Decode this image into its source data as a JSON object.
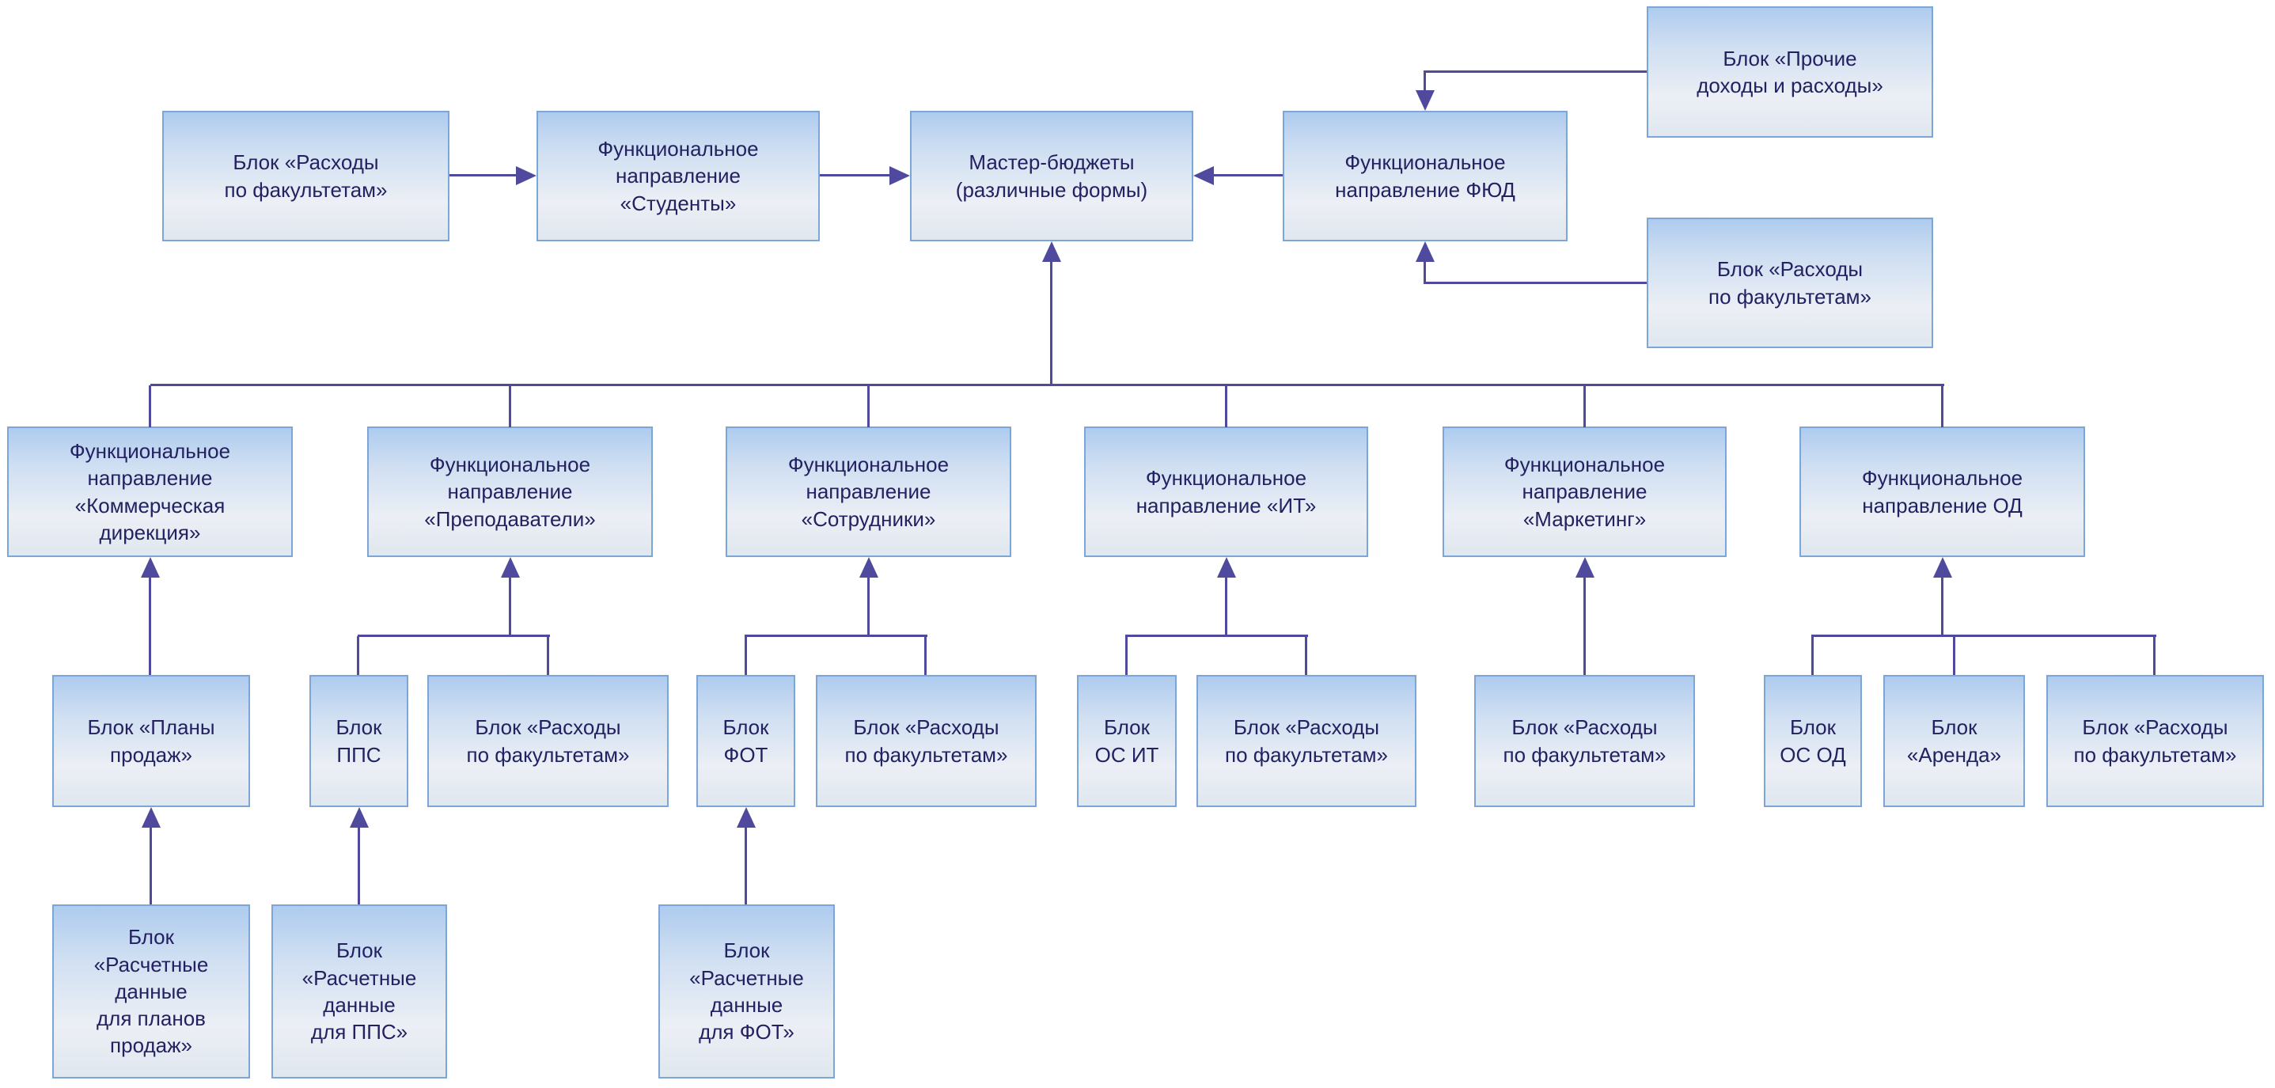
{
  "diagram": {
    "type": "flowchart",
    "colors": {
      "node_border": "#7ca6d8",
      "node_fill_top": "#aecbee",
      "node_fill_bottom": "#e0e7ef",
      "node_text": "#232161",
      "connector": "#4f4a9d",
      "background": "#ffffff"
    }
  },
  "nodes": {
    "b1": {
      "label": "Блок «Расходы\nпо факультетам»"
    },
    "b2": {
      "label": "Функциональное\nнаправление\n«Студенты»"
    },
    "b3": {
      "label": "Мастер-бюджеты\n(различные формы)"
    },
    "b4": {
      "label": "Функциональное\nнаправление ФЮД"
    },
    "b5": {
      "label": "Блок «Прочие\nдоходы и расходы»"
    },
    "b6": {
      "label": "Блок «Расходы\nпо факультетам»"
    },
    "c1": {
      "label": "Функциональное\nнаправление\n«Коммерческая\nдирекция»"
    },
    "c2": {
      "label": "Функциональное\nнаправление\n«Преподаватели»"
    },
    "c3": {
      "label": "Функциональное\nнаправление\n«Сотрудники»"
    },
    "c4": {
      "label": "Функциональное\nнаправление «ИТ»"
    },
    "c5": {
      "label": "Функциональное\nнаправление\n«Маркетинг»"
    },
    "c6": {
      "label": "Функциональное\nнаправление ОД"
    },
    "d1": {
      "label": "Блок «Планы\nпродаж»"
    },
    "d2": {
      "label": "Блок\nППС"
    },
    "d3": {
      "label": "Блок «Расходы\nпо факультетам»"
    },
    "d4": {
      "label": "Блок\nФОТ"
    },
    "d5": {
      "label": "Блок «Расходы\nпо факультетам»"
    },
    "d6": {
      "label": "Блок\nОС ИТ"
    },
    "d7": {
      "label": "Блок «Расходы\nпо факультетам»"
    },
    "d8": {
      "label": "Блок «Расходы\nпо факультетам»"
    },
    "d9": {
      "label": "Блок\nОС ОД"
    },
    "d10": {
      "label": "Блок\n«Аренда»"
    },
    "d11": {
      "label": "Блок «Расходы\nпо факультетам»"
    },
    "e1": {
      "label": "Блок\n«Расчетные\nданные\nдля планов\nпродаж»"
    },
    "e2": {
      "label": "Блок\n«Расчетные\nданные\nдля ППС»"
    },
    "e3": {
      "label": "Блок\n«Расчетные\nданные\nдля ФОТ»"
    }
  },
  "edges": [
    {
      "from": "b1",
      "to": "b2"
    },
    {
      "from": "b2",
      "to": "b3"
    },
    {
      "from": "b4",
      "to": "b3"
    },
    {
      "from": "b5",
      "to": "b4"
    },
    {
      "from": "b6",
      "to": "b4"
    },
    {
      "from": "c1",
      "to": "b3"
    },
    {
      "from": "c2",
      "to": "b3"
    },
    {
      "from": "c3",
      "to": "b3"
    },
    {
      "from": "c4",
      "to": "b3"
    },
    {
      "from": "c5",
      "to": "b3"
    },
    {
      "from": "c6",
      "to": "b3"
    },
    {
      "from": "d1",
      "to": "c1"
    },
    {
      "from": "d2",
      "to": "c2"
    },
    {
      "from": "d3",
      "to": "c2"
    },
    {
      "from": "d4",
      "to": "c3"
    },
    {
      "from": "d5",
      "to": "c3"
    },
    {
      "from": "d6",
      "to": "c4"
    },
    {
      "from": "d7",
      "to": "c4"
    },
    {
      "from": "d8",
      "to": "c5"
    },
    {
      "from": "d9",
      "to": "c6"
    },
    {
      "from": "d10",
      "to": "c6"
    },
    {
      "from": "d11",
      "to": "c6"
    },
    {
      "from": "e1",
      "to": "d1"
    },
    {
      "from": "e2",
      "to": "d2"
    },
    {
      "from": "e3",
      "to": "d4"
    }
  ]
}
